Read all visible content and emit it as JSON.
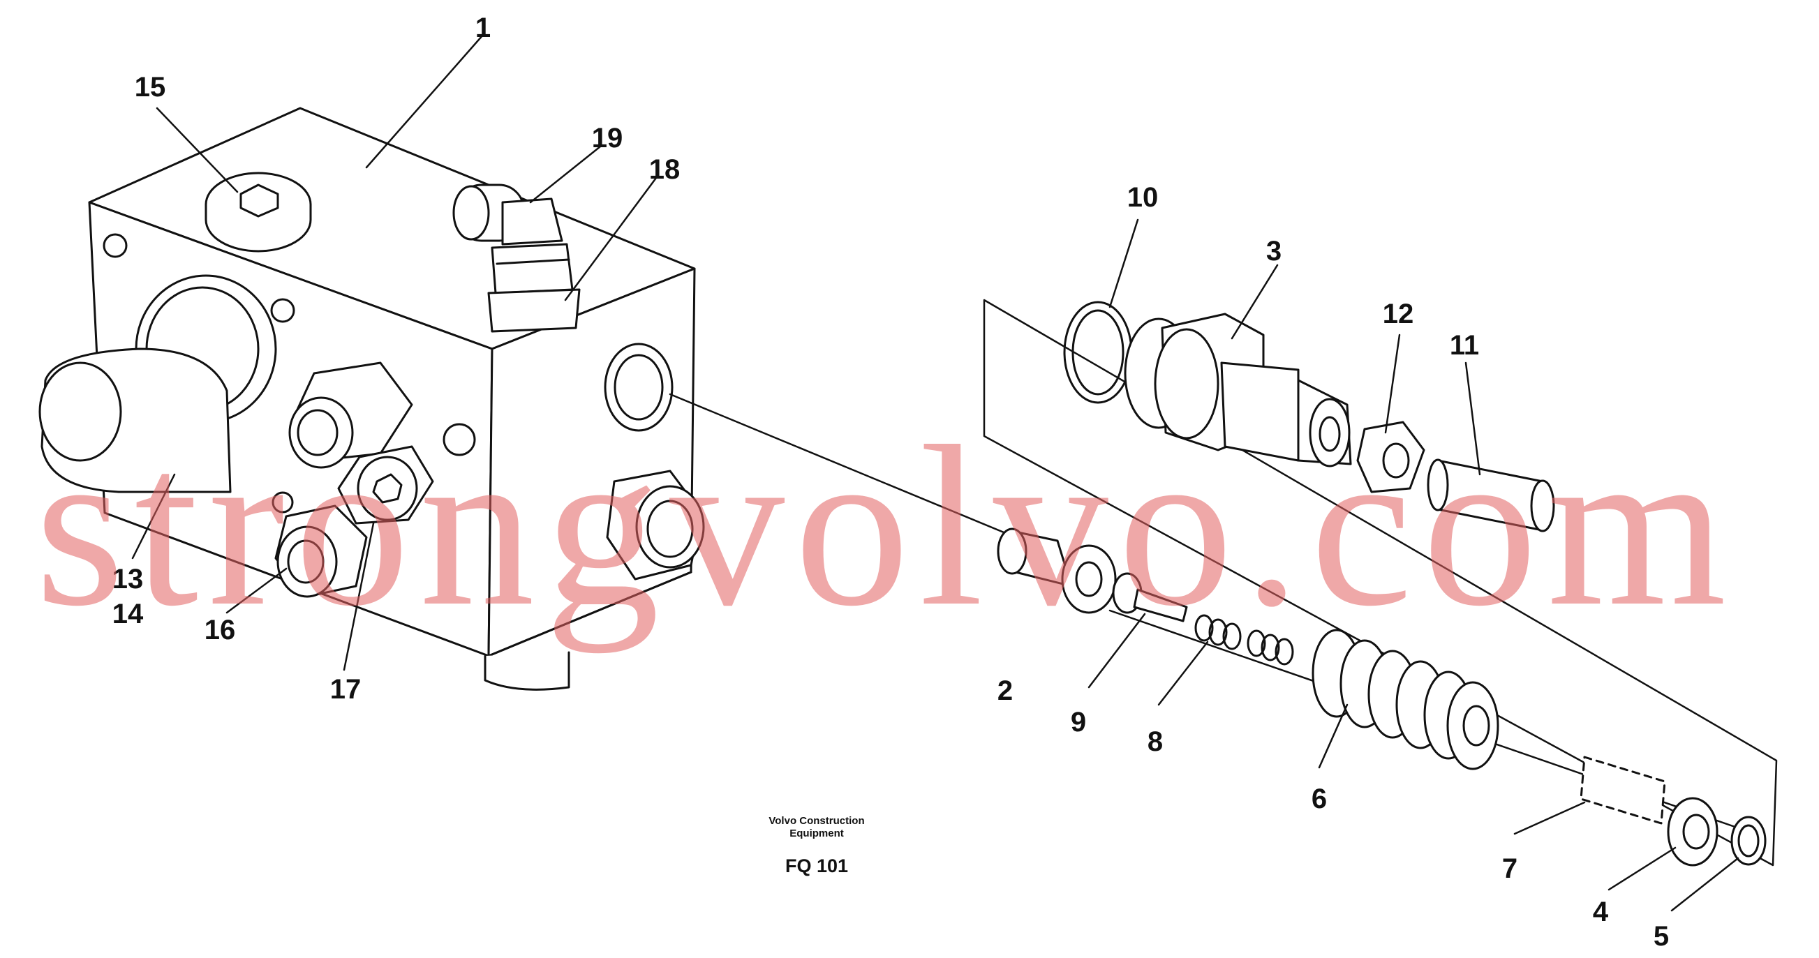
{
  "diagram": {
    "part_labels": {
      "p1": "1",
      "p2": "2",
      "p3": "3",
      "p4": "4",
      "p5": "5",
      "p6": "6",
      "p7": "7",
      "p8": "8",
      "p9": "9",
      "p10": "10",
      "p11": "11",
      "p12": "12",
      "p13": "13",
      "p14": "14",
      "p15": "15",
      "p16": "16",
      "p17": "17",
      "p18": "18",
      "p19": "19"
    },
    "caption": {
      "line1": "Volvo Construction",
      "line2": "Equipment",
      "code": "FQ 101"
    },
    "watermark": "strongvolvo.com",
    "colors": {
      "line": "#111111",
      "watermark": "#e26060",
      "background": "#ffffff"
    }
  }
}
